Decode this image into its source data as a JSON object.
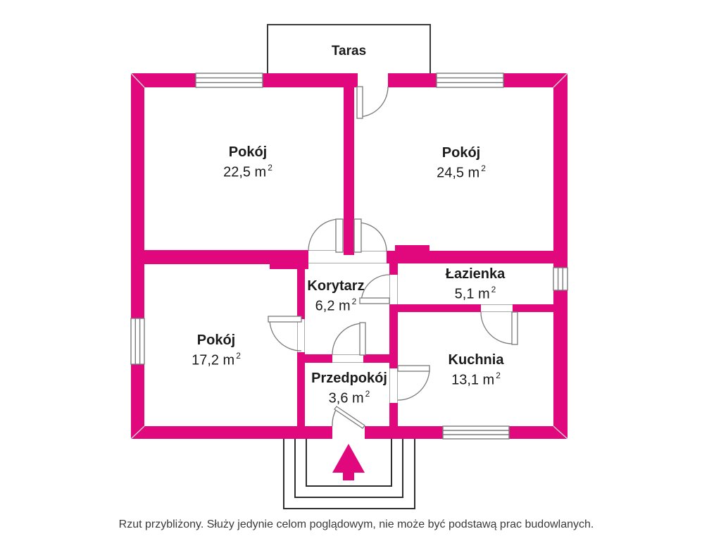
{
  "terrace": {
    "label": "Taras"
  },
  "rooms": [
    {
      "id": "pokoj-1",
      "name": "Pokój",
      "area": "22,5 m",
      "area_sup": "2"
    },
    {
      "id": "pokoj-2",
      "name": "Pokój",
      "area": "24,5 m",
      "area_sup": "2"
    },
    {
      "id": "korytarz",
      "name": "Korytarz",
      "area": "6,2 m",
      "area_sup": "2"
    },
    {
      "id": "lazienka",
      "name": "Łazienka",
      "area": "5,1 m",
      "area_sup": "2"
    },
    {
      "id": "pokoj-3",
      "name": "Pokój",
      "area": "17,2 m",
      "area_sup": "2"
    },
    {
      "id": "kuchnia",
      "name": "Kuchnia",
      "area": "13,1 m",
      "area_sup": "2"
    },
    {
      "id": "przedpokoj",
      "name": "Przedpokój",
      "area": "3,6 m",
      "area_sup": "2"
    }
  ],
  "footer": {
    "disclaimer": "Rzut przybliżony. Służy jedynie celom poglądowym, nie może być podstawą prac budowlanych."
  },
  "colors": {
    "wall": "#e1077c",
    "room_outline": "#a9a9a9",
    "door_line": "#7a7a7a",
    "terrace_outline": "#3a3a3a",
    "steps_line": "#2e2e2e",
    "label_text": "#1b1b1b",
    "footer_text": "#3a3a3a",
    "arrow": "#e1077c"
  }
}
